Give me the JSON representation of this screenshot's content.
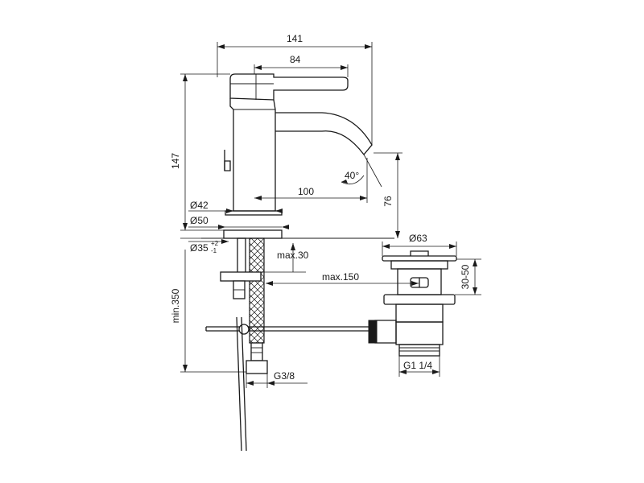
{
  "dimensions": {
    "width_total": "141",
    "width_spout": "84",
    "height_total": "147",
    "spout_reach": "100",
    "spout_height": "76",
    "angle": "40°",
    "body_dia": "Ø42",
    "base_dia": "Ø50",
    "hole_dia": "Ø35",
    "hole_tol_plus": "+2",
    "hole_tol_minus": "-1",
    "max_counter": "max.30",
    "max_tail": "max.150",
    "min_hose": "min.350",
    "connection": "G3/8",
    "waste_dia": "Ø63",
    "waste_range": "30-50",
    "waste_thread": "G1 1/4"
  }
}
